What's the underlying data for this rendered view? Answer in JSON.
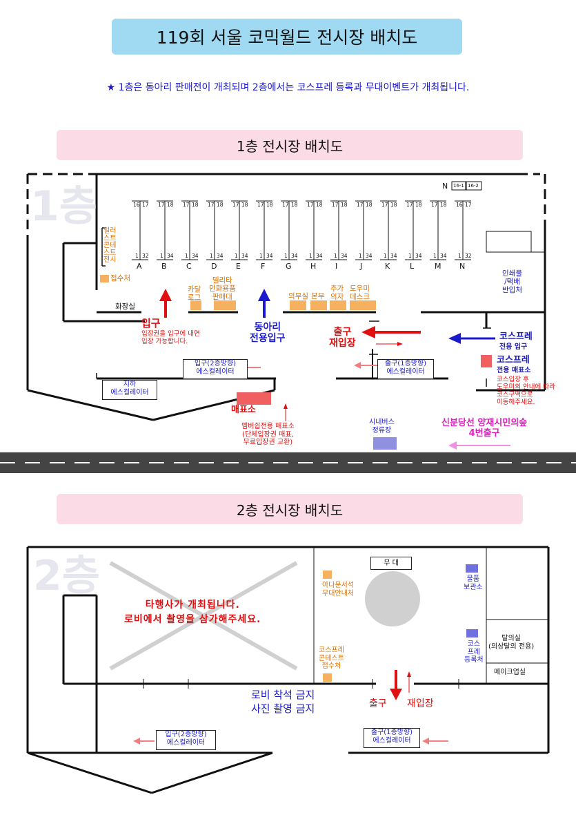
{
  "title": "119회 서울 코믹월드 전시장 배치도",
  "notice": "★ 1층은 동아리 판매전이 개최되며 2층에서는 코스프레 등록과 무대이벤트가 개최됩니다.",
  "floor1": {
    "banner": "1층 전시장 배치도",
    "watermark": "1층",
    "illust_contest": [
      "일러",
      "스트",
      "콘테",
      "스트",
      "전시"
    ],
    "reception": "접수처",
    "restroom": "화장실",
    "catalog": "카달\n로그",
    "deliverita": "델리타\n만화용품\n판매대",
    "infirmary": "의무실",
    "hq": "본부",
    "extra_chairs": "추가\n의자",
    "helper_desk": "도우미\n데스크",
    "print_delivery": "인쇄물\n/택배\n반입처",
    "n_corner": "N",
    "n16_1": "16-1",
    "n16_2": "16-2",
    "rows": [
      "A",
      "B",
      "C",
      "D",
      "E",
      "F",
      "G",
      "H",
      "I",
      "J",
      "K",
      "L",
      "M",
      "N"
    ],
    "row_top_left": [
      "16",
      "17",
      "17",
      "17",
      "17",
      "17",
      "17",
      "17",
      "17",
      "17",
      "17",
      "17",
      "17",
      "16"
    ],
    "row_top_right": [
      "17",
      "18",
      "18",
      "18",
      "18",
      "18",
      "18",
      "18",
      "18",
      "18",
      "18",
      "18",
      "18",
      "17"
    ],
    "row_bottom_left": [
      "1",
      "1",
      "1",
      "1",
      "1",
      "1",
      "1",
      "1",
      "1",
      "1",
      "1",
      "1",
      "1",
      "1"
    ],
    "row_bottom_right": [
      "32",
      "34",
      "34",
      "34",
      "34",
      "34",
      "34",
      "34",
      "34",
      "34",
      "34",
      "34",
      "34",
      "32"
    ],
    "entrance_label": "입구",
    "entrance_note": "입장권을 입구에 내면\n입장 가능합니다.",
    "club_entrance": "동아리\n전용입구",
    "exit_reentry": "출구\n재입장",
    "cosplay_entrance_a": "코스프레",
    "cosplay_entrance_b": "전용 입구",
    "cosplay_ticket_a": "코스프레",
    "cosplay_ticket_b": "전용 매표소",
    "cosplay_note": "코스입장 후\n도우미의 안내에 따라\n코스구역으로\n이동해주세요.",
    "esc_up": "입구(2층방향)\n에스컬레이터",
    "esc_down_sub": "지하\n에스컬레이터",
    "esc_exit": "출구(1층방향)\n에스컬레이터",
    "ticket_office": "매표소",
    "member_ticket": "멤버쉽전용 매표소\n(단체입장권 매표,\n무료입장권 교환)",
    "bus_stop": "시내버스\n정류장",
    "station_exit": "신분당선 양재시민의숲\n4번출구"
  },
  "floor2": {
    "banner": "2층 전시장 배치도",
    "watermark": "2층",
    "closed_note": "타행사가 개최됩니다.\n로비에서 촬영을 삼가해주세요.",
    "stage": "무 대",
    "info_desk": "아나운서석\n무대안내처",
    "cosplay_contest": "코스프레\n콘테스트\n접수처",
    "storage": "물품\n보관소",
    "cosplay_reg": "코스\n프레\n등록처",
    "dressing_room": "탈의실\n(의상탈의 전용)",
    "makeup_room": "메이크업실",
    "lobby_note": "로비 착석 금지\n사진 촬영 금지",
    "exit_label": "출구",
    "reentry_label": "재입장",
    "esc_up": "입구(2층방향)\n에스컬레이터",
    "esc_down": "출구(1층방향)\n에스컬레이터"
  },
  "colors": {
    "title_bg": "#9fd9f2",
    "banner_bg": "#fadbe6",
    "orange_booth": "#f5b060",
    "red": "#e01010",
    "blue": "#1a1acc",
    "pink": "#f08080",
    "purple_bus": "#9090e0",
    "magenta": "#e020c0"
  }
}
